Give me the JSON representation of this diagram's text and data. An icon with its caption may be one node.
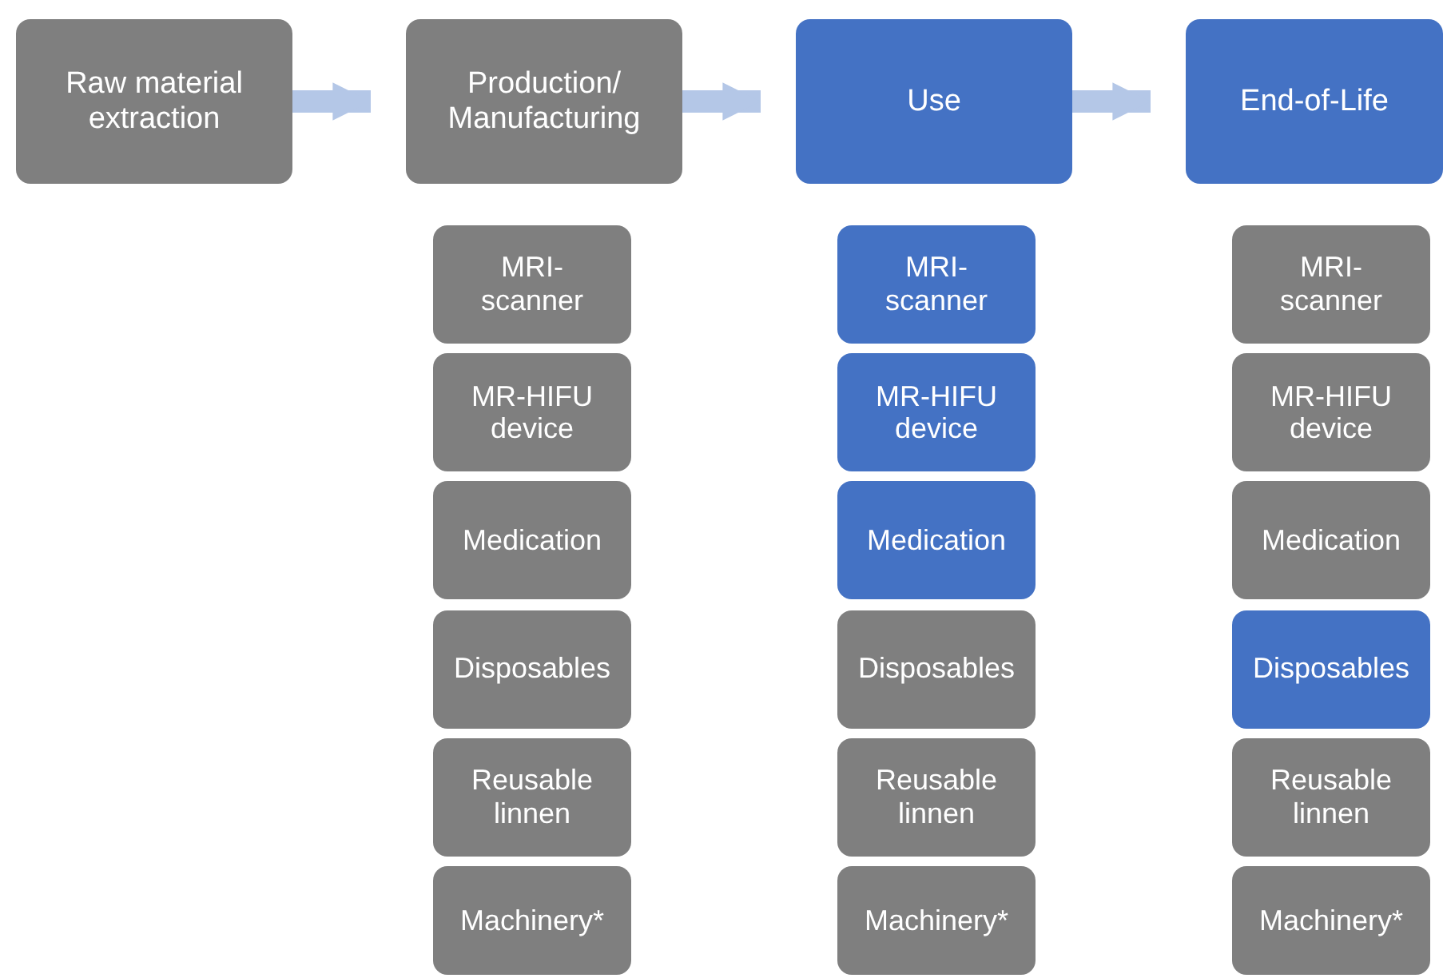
{
  "diagram": {
    "nodes": [
      {
        "text": [
          "Raw material extraction"
        ]
      },
      {
        "text": [
          "Production/ Manufacturing"
        ]
      },
      {
        "text": [
          "Use"
        ]
      },
      {
        "text": [
          "End-of-Life"
        ]
      },
      {
        "text": [
          "MRI- scanner"
        ]
      },
      {
        "text": [
          "MRI- scanner"
        ]
      },
      {
        "text": [
          "MRI- scanner"
        ]
      },
      {
        "text": [
          "MR-HIFU device"
        ]
      },
      {
        "text": [
          "MR-HIFU device"
        ]
      },
      {
        "text": [
          "MR-HIFU device"
        ]
      },
      {
        "text": [
          "Medication"
        ]
      },
      {
        "text": [
          "Medication"
        ]
      },
      {
        "text": [
          "Medication"
        ]
      },
      {
        "text": [
          "Disposables"
        ]
      },
      {
        "text": [
          "Disposables"
        ]
      },
      {
        "text": [
          "Disposables"
        ]
      },
      {
        "text": [
          "Reusable linnen"
        ]
      },
      {
        "text": [
          "Reusable linnen"
        ]
      },
      {
        "text": [
          "Reusable linnen"
        ]
      },
      {
        "text": [
          "Machinery*"
        ]
      },
      {
        "text": [
          "Machinery*"
        ]
      },
      {
        "text": [
          "Machinery*"
        ]
      }
    ],
    "edges": [
      {
        "from": 0,
        "to": 1,
        "arrow": "to"
      },
      {
        "from": 1,
        "to": 2,
        "arrow": "to"
      },
      {
        "from": 2,
        "to": 3,
        "arrow": "to"
      }
    ]
  }
}
